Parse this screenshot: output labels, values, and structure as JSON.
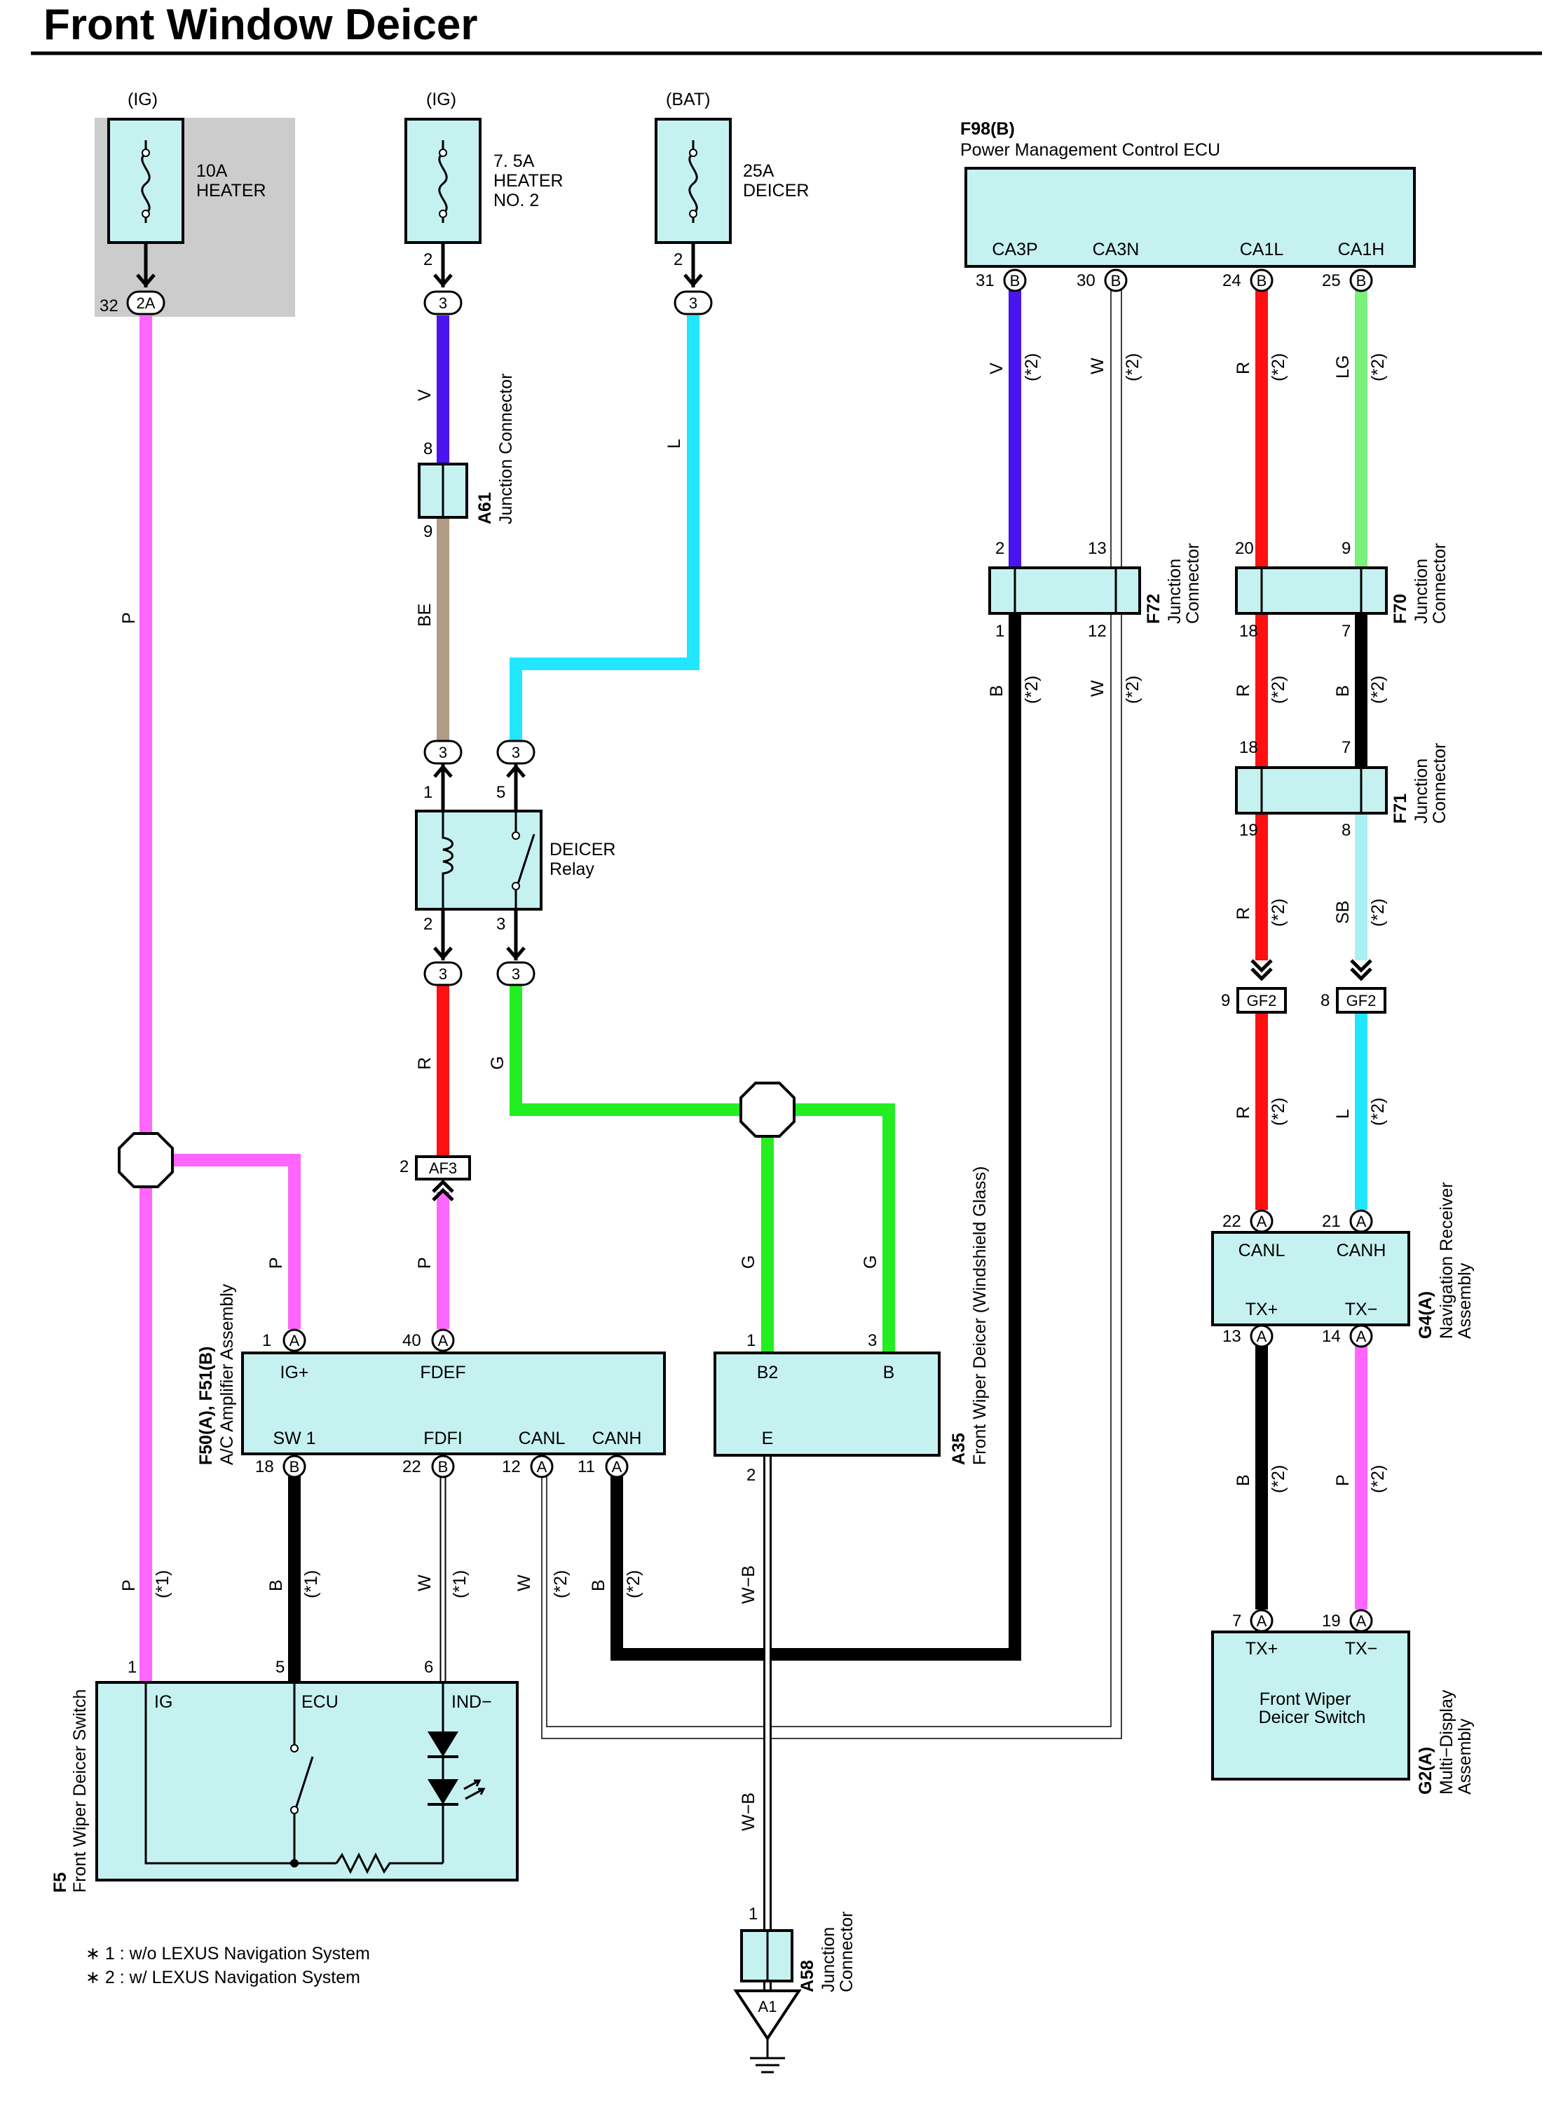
{
  "title": "Front Window Deicer",
  "fuses": {
    "heater": {
      "source": "(IG)",
      "rating": "10A",
      "name": "HEATER",
      "pin": "32",
      "connector": "2A"
    },
    "heater2": {
      "source": "(IG)",
      "rating": "7. 5A",
      "name": "HEATER",
      "name2": "NO. 2",
      "pin": "2",
      "connector": "3"
    },
    "deicer": {
      "source": "(BAT)",
      "rating": "25A",
      "name": "DEICER",
      "pin": "2",
      "connector": "3"
    }
  },
  "ecu": {
    "code": "F98(B)",
    "name": "Power Management Control ECU",
    "terminals": [
      {
        "label": "CA3P",
        "pin": "31",
        "conn": "B",
        "wire": "V",
        "note": "(*2)"
      },
      {
        "label": "CA3N",
        "pin": "30",
        "conn": "B",
        "wire": "W",
        "note": "(*2)"
      },
      {
        "label": "CA1L",
        "pin": "24",
        "conn": "B",
        "wire": "R",
        "note": "(*2)"
      },
      {
        "label": "CA1H",
        "pin": "25",
        "conn": "B",
        "wire": "LG",
        "note": "(*2)"
      }
    ]
  },
  "junctions": {
    "a61": {
      "code": "A61",
      "name": "Junction Connector",
      "pin_top": "8",
      "pin_bottom": "9"
    },
    "f72": {
      "code": "F72",
      "name1": "Junction",
      "name2": "Connector",
      "pins_top": [
        "2",
        "13"
      ],
      "pins_bottom": [
        "1",
        "12"
      ]
    },
    "f70": {
      "code": "F70",
      "name1": "Junction",
      "name2": "Connector",
      "pins_top": [
        "20",
        "9"
      ],
      "pins_bottom": [
        "18",
        "7"
      ]
    },
    "f71": {
      "code": "F71",
      "name1": "Junction",
      "name2": "Connector",
      "pins_top": [
        "18",
        "7"
      ],
      "pins_bottom": [
        "19",
        "8"
      ]
    },
    "a58": {
      "code": "A58",
      "name1": "Junction",
      "name2": "Connector",
      "pin": "1",
      "ground": "A1"
    }
  },
  "relay": {
    "name": "DEICER",
    "name2": "Relay",
    "pins": [
      "1",
      "5",
      "2",
      "3"
    ],
    "conn": "3"
  },
  "connectors": {
    "af3": {
      "code": "AF3",
      "pin": "2"
    },
    "gf2_left": {
      "code": "GF2",
      "pin": "9"
    },
    "gf2_right": {
      "code": "GF2",
      "pin": "8"
    }
  },
  "amp": {
    "code": "F50(A), F51(B)",
    "name": "A/C Amplifier Assembly",
    "top": [
      {
        "label": "IG+",
        "pin": "1",
        "conn": "A"
      },
      {
        "label": "FDEF",
        "pin": "40",
        "conn": "A"
      }
    ],
    "bottom": [
      {
        "label": "SW 1",
        "pin": "18",
        "conn": "B"
      },
      {
        "label": "FDFI",
        "pin": "22",
        "conn": "B"
      },
      {
        "label": "CANL",
        "pin": "12",
        "conn": "A"
      },
      {
        "label": "CANH",
        "pin": "11",
        "conn": "A"
      }
    ]
  },
  "deicer_glass": {
    "code": "A35",
    "name": "Front Wiper Deicer (Windshield Glass)",
    "top": [
      {
        "label": "B2",
        "pin": "1"
      },
      {
        "label": "B",
        "pin": "3"
      }
    ],
    "bottom": {
      "label": "E",
      "pin": "2"
    }
  },
  "nav": {
    "code": "G4(A)",
    "name1": "Navigation Receiver",
    "name2": "Assembly",
    "top": [
      {
        "label": "CANL",
        "pin": "22",
        "conn": "A"
      },
      {
        "label": "CANH",
        "pin": "21",
        "conn": "A"
      }
    ],
    "bottom": [
      {
        "label": "TX+",
        "pin": "13",
        "conn": "A"
      },
      {
        "label": "TX−",
        "pin": "14",
        "conn": "A"
      }
    ]
  },
  "mdisp": {
    "code": "G2(A)",
    "name1": "Multi−Display",
    "name2": "Assembly",
    "top": [
      {
        "label": "TX+",
        "pin": "7",
        "conn": "A"
      },
      {
        "label": "TX−",
        "pin": "19",
        "conn": "A"
      }
    ],
    "inner1": "Front Wiper",
    "inner2": "Deicer Switch"
  },
  "switch": {
    "code": "F5",
    "name": "Front Wiper Deicer Switch",
    "terminals": [
      {
        "label": "IG",
        "pin": "1"
      },
      {
        "label": "ECU",
        "pin": "5"
      },
      {
        "label": "IND−",
        "pin": "6"
      }
    ]
  },
  "wires": {
    "P": "P",
    "V": "V",
    "BE": "BE",
    "L": "L",
    "R": "R",
    "G": "G",
    "B": "B",
    "W": "W",
    "WB": "W−B",
    "LG": "LG",
    "SB": "SB",
    "n1": "(*1)",
    "n2": "(*2)"
  },
  "notes": [
    "∗ 1 : w/o LEXUS Navigation System",
    "∗ 2 : w/ LEXUS Navigation System"
  ],
  "colors": {
    "pink": "#ff66ff",
    "violet": "#4a14f0",
    "beige": "#b09c84",
    "cyan": "#22e6ff",
    "red": "#ff1010",
    "green": "#22ee22",
    "black": "#000000",
    "lightgreen": "#7cf07c",
    "skyblue": "#a8f0f4",
    "box": "#c6f1f1",
    "shade": "#cccccc"
  }
}
